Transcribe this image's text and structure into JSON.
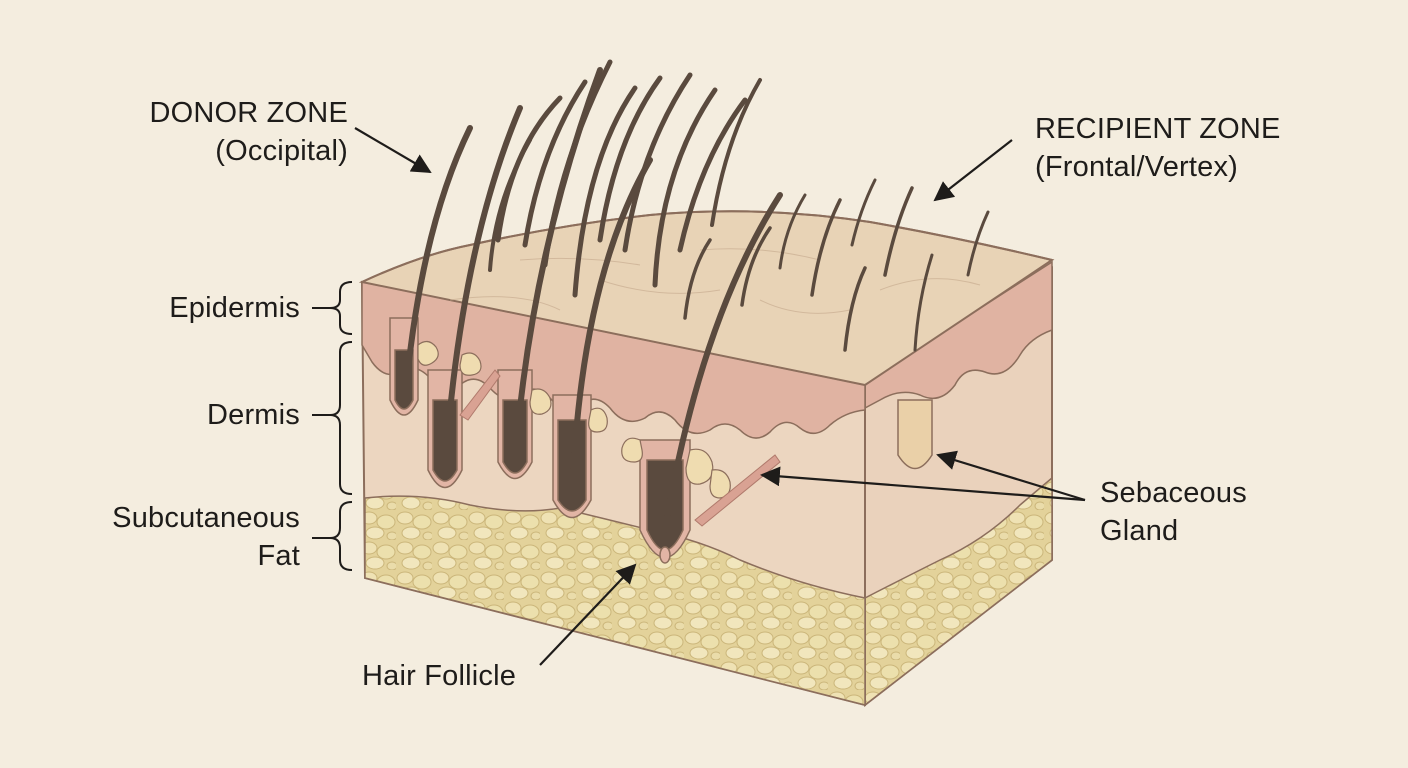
{
  "labels": {
    "donor_zone": {
      "line1": "DONOR ZONE",
      "line2": "(Occipital)"
    },
    "recipient_zone": {
      "line1": "RECIPIENT ZONE",
      "line2": "(Frontal/Vertex)"
    },
    "epidermis": "Epidermis",
    "dermis": "Dermis",
    "subcutaneous_fat": {
      "line1": "Subcutaneous",
      "line2": "Fat"
    },
    "sebaceous_gland": {
      "line1": "Sebaceous",
      "line2": "Gland"
    },
    "hair_follicle": "Hair Follicle"
  },
  "colors": {
    "background": "#f4eddf",
    "skin_surface": "#e6cfb2",
    "epidermis": "#e0b3a2",
    "dermis": "#ecd4bc",
    "fat": "#e3d29a",
    "hair": "#5a4a3e",
    "gland": "#efdcb0",
    "outline": "#8c6e5c"
  }
}
